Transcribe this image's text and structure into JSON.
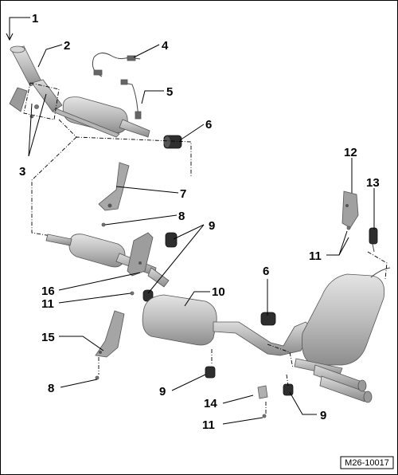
{
  "figure_id": "M26-10017",
  "callouts": {
    "c1": "1",
    "c2": "2",
    "c3": "3",
    "c4": "4",
    "c5": "5",
    "c6a": "6",
    "c6b": "6",
    "c7": "7",
    "c8a": "8",
    "c8b": "8",
    "c9a": "9",
    "c9b": "9",
    "c9c": "9",
    "c10": "10",
    "c11a": "11",
    "c11b": "11",
    "c11c": "11",
    "c12": "12",
    "c13": "13",
    "c14": "14",
    "c15": "15",
    "c16": "16"
  }
}
